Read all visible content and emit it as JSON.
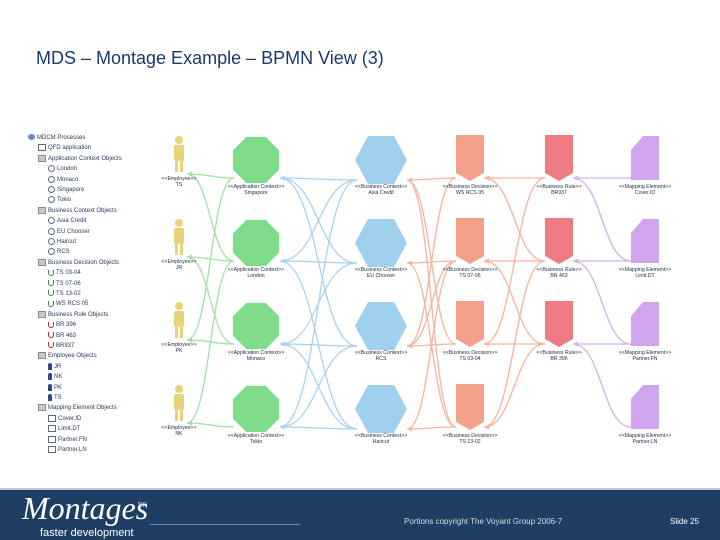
{
  "title": "MDS – Montage Example – BPMN View (3)",
  "tree": {
    "items": [
      {
        "label": "MDCM Processes",
        "kind": "root",
        "level": 0
      },
      {
        "label": "QFD application",
        "kind": "leaf-d",
        "level": 1
      },
      {
        "label": "Application Context Objects",
        "kind": "folder",
        "level": 1
      },
      {
        "label": "London",
        "kind": "leaf-o",
        "level": 2
      },
      {
        "label": "Monaco",
        "kind": "leaf-o",
        "level": 2
      },
      {
        "label": "Singapore",
        "kind": "leaf-o",
        "level": 2
      },
      {
        "label": "Tokio",
        "kind": "leaf-o",
        "level": 2
      },
      {
        "label": "Business Context Objects",
        "kind": "folder",
        "level": 1
      },
      {
        "label": "Asia Credit",
        "kind": "leaf-o",
        "level": 2
      },
      {
        "label": "EU Chooser",
        "kind": "leaf-o",
        "level": 2
      },
      {
        "label": "Haircut",
        "kind": "leaf-o",
        "level": 2
      },
      {
        "label": "RCS",
        "kind": "leaf-o",
        "level": 2
      },
      {
        "label": "Business Decision Objects",
        "kind": "folder",
        "level": 1
      },
      {
        "label": "TS 03-04",
        "kind": "leaf-u",
        "level": 2
      },
      {
        "label": "TS 07-06",
        "kind": "leaf-u",
        "level": 2
      },
      {
        "label": "TS 13-02",
        "kind": "leaf-u",
        "level": 2
      },
      {
        "label": "WS RCS 05",
        "kind": "leaf-u",
        "level": 2
      },
      {
        "label": "Business Rule Objects",
        "kind": "folder",
        "level": 1
      },
      {
        "label": "BR 396",
        "kind": "leaf-r",
        "level": 2
      },
      {
        "label": "BR 463",
        "kind": "leaf-r",
        "level": 2
      },
      {
        "label": "BR937",
        "kind": "leaf-r",
        "level": 2
      },
      {
        "label": "Employee Objects",
        "kind": "folder",
        "level": 1
      },
      {
        "label": "JR",
        "kind": "leaf-p",
        "level": 2
      },
      {
        "label": "NK",
        "kind": "leaf-p",
        "level": 2
      },
      {
        "label": "PK",
        "kind": "leaf-p",
        "level": 2
      },
      {
        "label": "TS",
        "kind": "leaf-p",
        "level": 2
      },
      {
        "label": "Mapping Element Objects",
        "kind": "folder",
        "level": 1
      },
      {
        "label": "Cover.ID",
        "kind": "leaf-d",
        "level": 2
      },
      {
        "label": "Limit.DT",
        "kind": "leaf-d",
        "level": 2
      },
      {
        "label": "Partner.FN",
        "kind": "leaf-d",
        "level": 2
      },
      {
        "label": "Partner.LN",
        "kind": "leaf-d",
        "level": 2
      }
    ]
  },
  "diagram": {
    "columns": {
      "employee": {
        "stereo": "<<Employee>>",
        "names": [
          "TS",
          "JR",
          "PK",
          "NK"
        ],
        "color": "#e8d27a"
      },
      "app": {
        "stereo": "<<Application Context>>",
        "names": [
          "Singapore",
          "London",
          "Monaco",
          "Tokio"
        ],
        "color": "#7fdc8a"
      },
      "bctx": {
        "stereo": "<<Business Context>>",
        "names": [
          "Asia Credit",
          "EU Chooser",
          "RCS",
          "Haircut"
        ],
        "color": "#9fd0ee"
      },
      "decision": {
        "stereo": "<<Business Decision>>",
        "names": [
          "WS RCS 05",
          "TS 07-06",
          "TS 03-04",
          "TS 13-02"
        ],
        "color": "#f2a08a"
      },
      "rule": {
        "stereo": "<<Business Rule>>",
        "names": [
          "BR937",
          "BR 463",
          "BR 396"
        ],
        "color": "#ee7a84"
      },
      "mapping": {
        "stereo": "<<Mapping Element>>",
        "names": [
          "Cover.ID",
          "Limit.DT",
          "Partner.FN",
          "Partner.LN"
        ],
        "color": "#cfa6ee"
      }
    },
    "edge_colors": {
      "green": "#9fe0a4",
      "blue": "#a8d2f2",
      "orange": "#f6b39a",
      "purple": "#cfb2ee"
    }
  },
  "footer": {
    "logo": "Montages",
    "tm": "tm",
    "tagline": "faster development",
    "copyright": "Portions copyright The Voyant Group 2006-7",
    "slide": "Slide 25"
  }
}
